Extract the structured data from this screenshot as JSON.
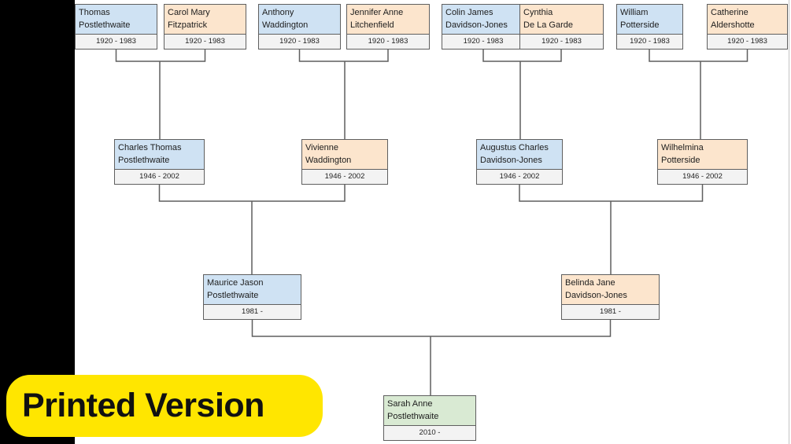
{
  "badge": {
    "label": "Printed Version"
  },
  "palette": {
    "blue_fill": "#cfe2f3",
    "peach_fill": "#fce5cd",
    "green_fill": "#d9ead3",
    "dates_fill": "#f3f3f3",
    "border_color": "#5f5f5f",
    "line_color": "#5f5f5f",
    "sidebar_color": "#000000",
    "badge_bg": "#ffe600",
    "badge_text": "#111111"
  },
  "tree": {
    "people": [
      {
        "generation": 1,
        "name_line1": "Thomas",
        "name_line2": "Postlethwaite",
        "dates": "1920 - 1983",
        "variant": "blue"
      },
      {
        "generation": 1,
        "name_line1": "Carol Mary",
        "name_line2": "Fitzpatrick",
        "dates": "1920 - 1983",
        "variant": "peach"
      },
      {
        "generation": 1,
        "name_line1": "Anthony",
        "name_line2": "Waddington",
        "dates": "1920 - 1983",
        "variant": "blue"
      },
      {
        "generation": 1,
        "name_line1": "Jennifer Anne",
        "name_line2": "Litchenfield",
        "dates": "1920 - 1983",
        "variant": "peach"
      },
      {
        "generation": 1,
        "name_line1": "Colin James",
        "name_line2": "Davidson-Jones",
        "dates": "1920 - 1983",
        "variant": "blue"
      },
      {
        "generation": 1,
        "name_line1": "Cynthia",
        "name_line2": "De La Garde",
        "dates": "1920 - 1983",
        "variant": "peach"
      },
      {
        "generation": 1,
        "name_line1": "William",
        "name_line2": "Potterside",
        "dates": "1920 - 1983",
        "variant": "blue"
      },
      {
        "generation": 1,
        "name_line1": "Catherine",
        "name_line2": "Aldershotte",
        "dates": "1920 - 1983",
        "variant": "peach"
      },
      {
        "generation": 2,
        "name_line1": "Charles Thomas",
        "name_line2": "Postlethwaite",
        "dates": "1946 - 2002",
        "variant": "blue"
      },
      {
        "generation": 2,
        "name_line1": "Vivienne",
        "name_line2": "Waddington",
        "dates": "1946 - 2002",
        "variant": "peach"
      },
      {
        "generation": 2,
        "name_line1": "Augustus Charles",
        "name_line2": "Davidson-Jones",
        "dates": "1946 - 2002",
        "variant": "blue"
      },
      {
        "generation": 2,
        "name_line1": "Wilhelmina",
        "name_line2": "Potterside",
        "dates": "1946 - 2002",
        "variant": "peach"
      },
      {
        "generation": 3,
        "name_line1": "Maurice Jason",
        "name_line2": "Postlethwaite",
        "dates": "1981 -",
        "variant": "blue"
      },
      {
        "generation": 3,
        "name_line1": "Belinda Jane",
        "name_line2": "Davidson-Jones",
        "dates": "1981 -",
        "variant": "peach"
      },
      {
        "generation": 4,
        "name_line1": "Sarah Anne",
        "name_line2": "Postlethwaite",
        "dates": "2010 -",
        "variant": "green"
      }
    ]
  }
}
